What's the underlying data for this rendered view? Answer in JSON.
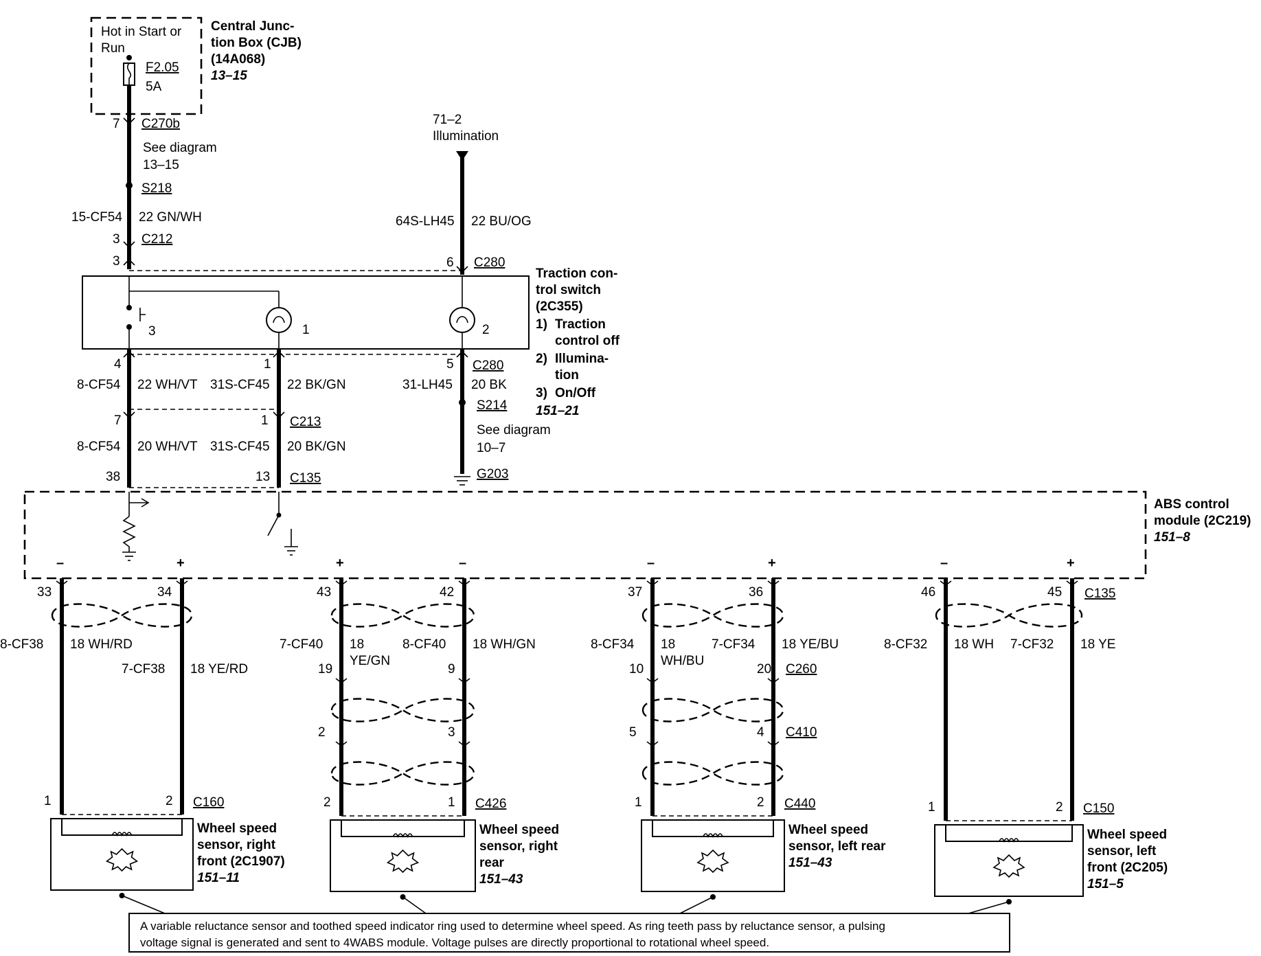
{
  "cjb": {
    "hot_label_1": "Hot in Start or",
    "hot_label_2": "Run",
    "fuse_id": "F2.05",
    "fuse_rating": "5A",
    "title_1": "Central Junc-",
    "title_2": "tion Box (CJB)",
    "part": "(14A068)",
    "ref": "13–15"
  },
  "feed": {
    "pin_c270b": "7",
    "conn_c270b": "C270b",
    "see_1": "See diagram",
    "see_2": "13–15",
    "splice": "S218",
    "circuit": "15-CF54",
    "wire": "22 GN/WH",
    "pin_c212_top": "3",
    "conn_c212": "C212",
    "pin_c212_bottom": "3"
  },
  "illum": {
    "ref": "71–2",
    "label": "Illumination",
    "circuit": "64S-LH45",
    "wire": "22 BU/OG",
    "pin_c280": "6",
    "conn_c280": "C280"
  },
  "tcs": {
    "title_1": "Traction con-",
    "title_2": "trol switch",
    "part": "(2C355)",
    "n1": "1)",
    "item1_1": "Traction",
    "item1_2": "control off",
    "n2": "2)",
    "item2_1": "Illumina-",
    "item2_2": "tion",
    "n3": "3)",
    "item3": "On/Off",
    "ref": "151–21",
    "lamp1": "1",
    "lamp2": "2",
    "sw3": "3"
  },
  "below_switch": {
    "pin_a": "4",
    "pin_b": "1",
    "pin_c": "5",
    "conn_c280": "C280",
    "circ_a": "8-CF54",
    "wire_a": "22 WH/VT",
    "circ_b": "31S-CF45",
    "wire_b": "22 BK/GN",
    "circ_c": "31-LH45",
    "wire_c": "20 BK",
    "splice": "S214",
    "see_1": "See diagram",
    "see_2": "10–7",
    "ground": "G203",
    "pin_c213_a": "7",
    "pin_c213_b": "1",
    "conn_c213": "C213",
    "circ_a2": "8-CF54",
    "wire_a2": "20 WH/VT",
    "circ_b2": "31S-CF45",
    "wire_b2": "20 BK/GN",
    "pin_c135_a": "38",
    "pin_c135_b": "13",
    "conn_c135": "C135"
  },
  "abs": {
    "title_1": "ABS control",
    "title_2": "module (2C219)",
    "ref": "151–8"
  },
  "sensors": [
    {
      "pol_l": "–",
      "pol_r": "+",
      "pin_l": "33",
      "pin_r": "34",
      "circ_l": "8-CF38",
      "wire_l": "18 WH/RD",
      "circ_r": "7-CF38",
      "wire_r": "18 YE/RD",
      "sp_l": "1",
      "sp_r": "2",
      "conn": "C160",
      "name_1": "Wheel speed",
      "name_2": "sensor, right",
      "name_3": "front (2C1907)",
      "ref": "151–11"
    },
    {
      "pol_l": "+",
      "pol_r": "–",
      "pin_l": "43",
      "pin_r": "42",
      "circ_l": "7-CF40",
      "wire_l_1": "18",
      "wire_l_2": "YE/GN",
      "circ_r": "8-CF40",
      "wire_r": "18 WH/GN",
      "c260_l": "19",
      "c260_r": "9",
      "c410_l": "2",
      "c410_r": "3",
      "sp_l": "2",
      "sp_r": "1",
      "conn": "C426",
      "name_1": "Wheel speed",
      "name_2": "sensor, right",
      "name_3": "rear",
      "ref": "151–43"
    },
    {
      "pol_l": "–",
      "pol_r": "+",
      "pin_l": "37",
      "pin_r": "36",
      "circ_l": "8-CF34",
      "wire_l_1": "18",
      "wire_l_2": "WH/BU",
      "circ_r": "7-CF34",
      "wire_r": "18 YE/BU",
      "c260_l": "10",
      "c260_r": "20",
      "conn_c260": "C260",
      "c410_l": "5",
      "c410_r": "4",
      "conn_c410": "C410",
      "sp_l": "1",
      "sp_r": "2",
      "conn": "C440",
      "name_1": "Wheel speed",
      "name_2": "sensor, left rear",
      "ref": "151–43"
    },
    {
      "pol_l": "–",
      "pol_r": "+",
      "pin_l": "46",
      "pin_r": "45",
      "conn_top": "C135",
      "circ_l": "8-CF32",
      "wire_l": "18 WH",
      "circ_r": "7-CF32",
      "wire_r": "18 YE",
      "sp_l": "1",
      "sp_r": "2",
      "conn": "C150",
      "name_1": "Wheel speed",
      "name_2": "sensor, left",
      "name_3": "front (2C205)",
      "ref": "151–5"
    }
  ],
  "note": {
    "line1": "A variable reluctance sensor and toothed speed indicator ring used to determine wheel speed. As ring teeth pass by reluctance sensor, a pulsing",
    "line2": "voltage signal is generated and sent to 4WABS module. Voltage pulses are directly proportional to rotational wheel speed."
  }
}
